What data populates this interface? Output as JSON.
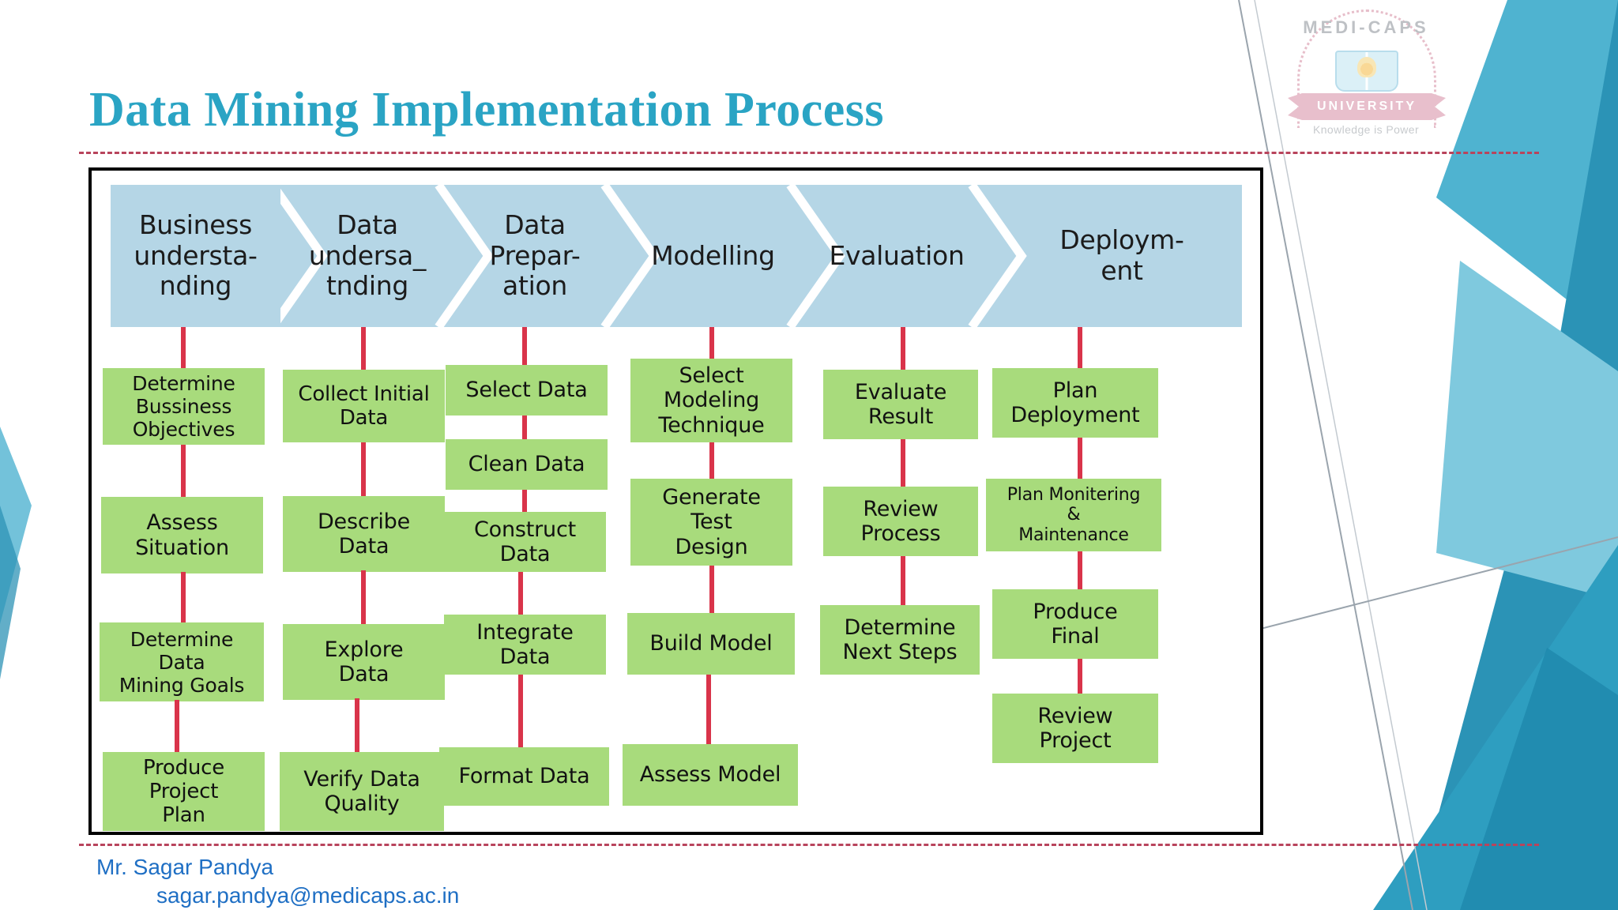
{
  "slide": {
    "title": "Data Mining Implementation Process",
    "background_color": "#ffffff",
    "accent_color": "#2aa4c4",
    "rule_color": "#b8445c",
    "chevron_color": "#b5d6e6",
    "box_color": "#a8db7c",
    "connector_color": "#d9344a",
    "frame_border_color": "#000000"
  },
  "logo": {
    "name": "MEDI-CAPS",
    "ribbon": "UNIVERSITY",
    "tagline": "Knowledge is Power"
  },
  "phases": [
    {
      "label": "Business\nunderstan-\nding",
      "lines": [
        "Business",
        "understa-",
        "nding"
      ]
    },
    {
      "label": "Data\nundersa_\ntnding",
      "lines": [
        "Data",
        "undersa_",
        "tnding"
      ]
    },
    {
      "label": "Data\nPrepar-\nation",
      "lines": [
        "Data",
        "Prepar-",
        "ation"
      ]
    },
    {
      "label": "Modelling",
      "lines": [
        "Modelling"
      ]
    },
    {
      "label": "Evaluation",
      "lines": [
        "Evaluation"
      ]
    },
    {
      "label": "Deploym-\nent",
      "lines": [
        "Deploym-",
        "ent"
      ]
    }
  ],
  "columns": [
    {
      "phase": "Business understanding",
      "tasks": [
        {
          "lines": [
            "Determine",
            "Bussiness",
            "Objectives"
          ]
        },
        {
          "lines": [
            "Assess",
            "Situation"
          ]
        },
        {
          "lines": [
            "Determine",
            "Data",
            "Mining Goals"
          ]
        },
        {
          "lines": [
            "Produce",
            "Project",
            "Plan"
          ]
        }
      ]
    },
    {
      "phase": "Data understanding",
      "tasks": [
        {
          "lines": [
            "Collect Initial",
            "Data"
          ]
        },
        {
          "lines": [
            "Describe",
            "Data"
          ]
        },
        {
          "lines": [
            "Explore",
            "Data"
          ]
        },
        {
          "lines": [
            "Verify Data",
            "Quality"
          ]
        }
      ]
    },
    {
      "phase": "Data Preparation",
      "tasks": [
        {
          "lines": [
            "Select Data"
          ]
        },
        {
          "lines": [
            "Clean Data"
          ]
        },
        {
          "lines": [
            "Construct",
            "Data"
          ]
        },
        {
          "lines": [
            "Integrate",
            "Data"
          ]
        },
        {
          "lines": [
            "Format Data"
          ]
        }
      ]
    },
    {
      "phase": "Modelling",
      "tasks": [
        {
          "lines": [
            "Select",
            "Modeling",
            "Technique"
          ]
        },
        {
          "lines": [
            "Generate",
            "Test",
            "Design"
          ]
        },
        {
          "lines": [
            "Build Model"
          ]
        },
        {
          "lines": [
            "Assess Model"
          ]
        }
      ]
    },
    {
      "phase": "Evaluation",
      "tasks": [
        {
          "lines": [
            "Evaluate",
            "Result"
          ]
        },
        {
          "lines": [
            "Review",
            "Process"
          ]
        },
        {
          "lines": [
            "Determine",
            "Next Steps"
          ]
        }
      ]
    },
    {
      "phase": "Deployment",
      "tasks": [
        {
          "lines": [
            "Plan",
            "Deployment"
          ]
        },
        {
          "lines": [
            "Plan Monitering",
            "&",
            "Maintenance"
          ]
        },
        {
          "lines": [
            "Produce",
            "Final"
          ]
        },
        {
          "lines": [
            "Review",
            "Project"
          ]
        }
      ]
    }
  ],
  "footer": {
    "name": "Mr. Sagar Pandya",
    "email": "sagar.pandya@medicaps.ac.in"
  }
}
